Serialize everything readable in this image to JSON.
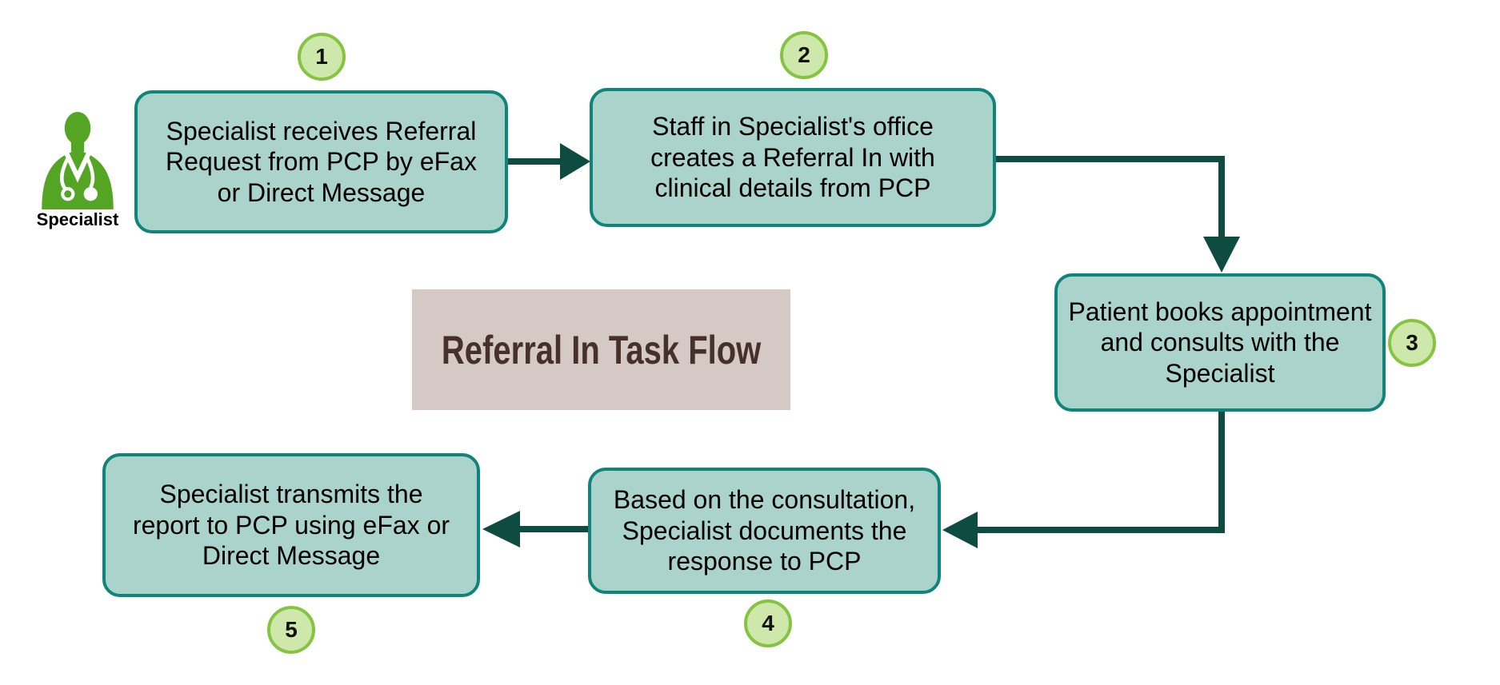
{
  "diagram": {
    "title": "Referral In Task Flow",
    "actor": {
      "label": "Specialist",
      "icon": "doctor-icon"
    },
    "steps": [
      {
        "number": "1",
        "text": "Specialist receives Referral Request from PCP by eFax or Direct Message"
      },
      {
        "number": "2",
        "text": "Staff in Specialist's office creates a Referral In with clinical details from PCP"
      },
      {
        "number": "3",
        "text": "Patient books appointment and consults with the Specialist"
      },
      {
        "number": "4",
        "text": "Based on the consultation, Specialist documents the response to PCP"
      },
      {
        "number": "5",
        "text": "Specialist transmits the report to PCP using eFax or Direct Message"
      }
    ],
    "colors": {
      "box_fill": "#a9d3cb",
      "box_border": "#0f8478",
      "connector": "#0e4c41",
      "badge_fill": "#cee8ab",
      "badge_border": "#85c440",
      "title_background": "#d5c9c6",
      "title_text": "#46302a",
      "actor_icon_green": "#55a524",
      "box_text": "#000000"
    }
  }
}
